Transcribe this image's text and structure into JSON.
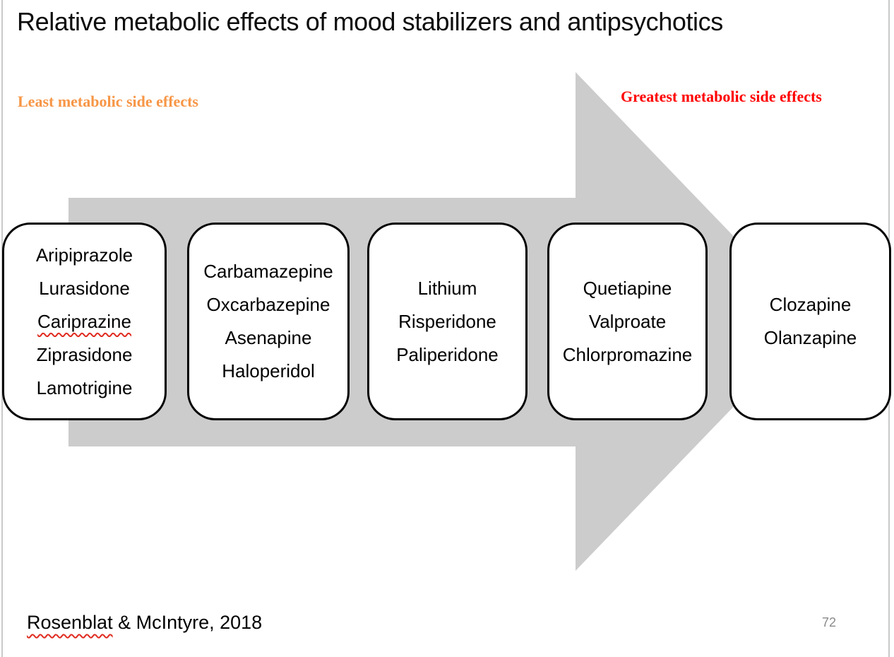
{
  "slide": {
    "title": "Relative metabolic effects of mood stabilizers and antipsychotics",
    "left_label": "Least metabolic side effects",
    "right_label": "Greatest metabolic side effects",
    "citation": {
      "underlined_part": "Rosenblat",
      "rest_part": " & McIntyre, 2018"
    },
    "page_number": "72"
  },
  "spectrum": {
    "type": "gradient-arrow-diagram",
    "direction": "left-to-right",
    "arrow_color": "#cccccc",
    "boxes": [
      {
        "rank": 1,
        "drugs": [
          {
            "name": "Aripiprazole"
          },
          {
            "name": "Lurasidone"
          },
          {
            "name": "Cariprazine",
            "spellcheck_underline": true
          },
          {
            "name": "Ziprasidone"
          },
          {
            "name": "Lamotrigine"
          }
        ]
      },
      {
        "rank": 2,
        "drugs": [
          {
            "name": "Carbamazepine"
          },
          {
            "name": "Oxcarbazepine"
          },
          {
            "name": "Asenapine"
          },
          {
            "name": "Haloperidol"
          }
        ]
      },
      {
        "rank": 3,
        "drugs": [
          {
            "name": "Lithium"
          },
          {
            "name": "Risperidone"
          },
          {
            "name": "Paliperidone"
          }
        ]
      },
      {
        "rank": 4,
        "drugs": [
          {
            "name": "Quetiapine"
          },
          {
            "name": "Valproate"
          },
          {
            "name": "Chlorpromazine"
          }
        ]
      },
      {
        "rank": 5,
        "drugs": [
          {
            "name": "Clozapine"
          },
          {
            "name": "Olanzapine"
          }
        ]
      }
    ]
  },
  "colors": {
    "least_label": "#f79646",
    "greatest_label": "#ff0000",
    "arrow_fill": "#cccccc",
    "box_border": "#000000",
    "box_fill": "#ffffff",
    "title_text": "#0c0c0c",
    "page_number_text": "#8a8a8a",
    "spellcheck_squiggle": "#e02b20"
  }
}
